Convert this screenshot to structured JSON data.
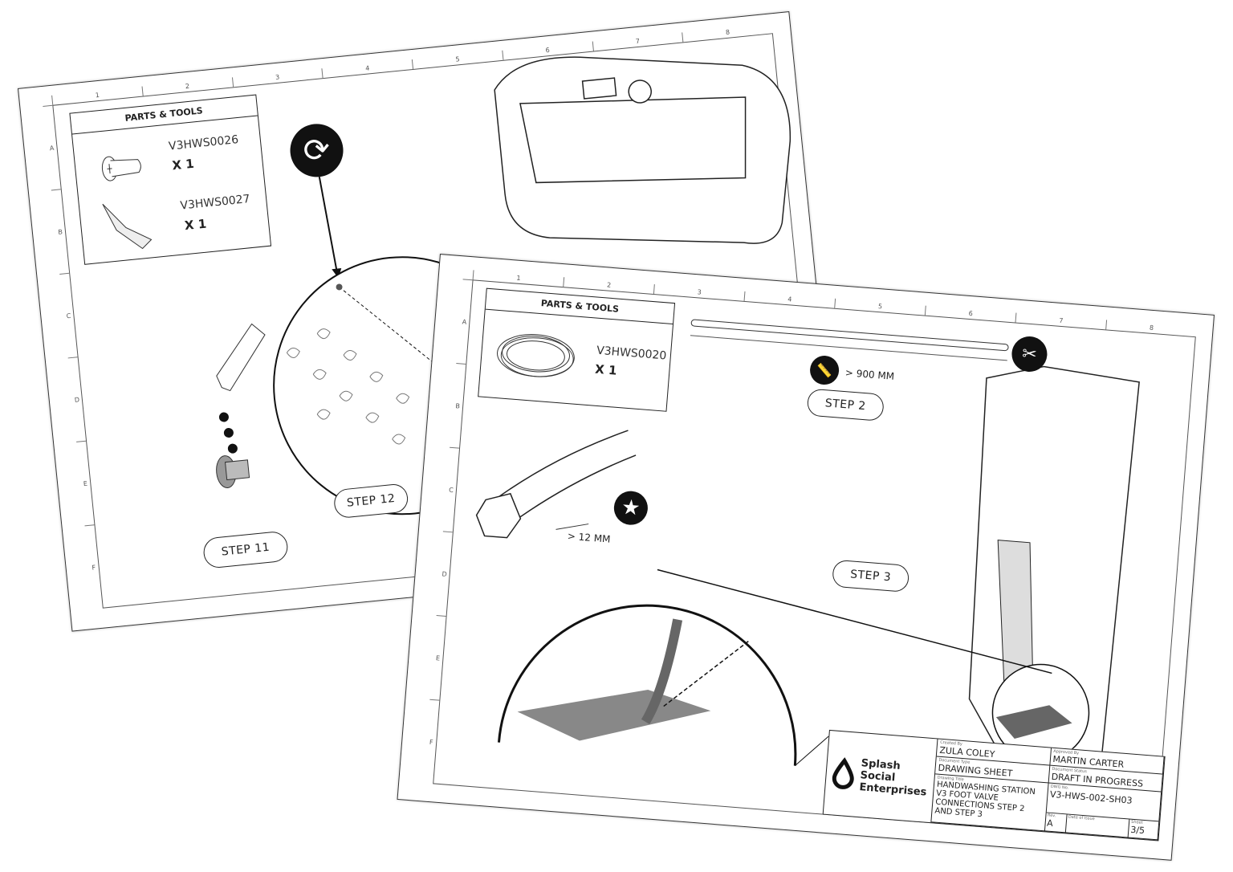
{
  "back_sheet": {
    "col_labels": [
      "1",
      "2",
      "3",
      "4",
      "5",
      "6",
      "7",
      "8"
    ],
    "row_labels": [
      "A",
      "B",
      "C",
      "D",
      "E",
      "F"
    ],
    "parts_title": "PARTS & TOOLS",
    "parts": [
      {
        "code": "V3HWS0026",
        "qty": "X 1",
        "icon": "countersunk-screw-icon"
      },
      {
        "code": "V3HWS0027",
        "qty": "X 1",
        "icon": "threadlocker-tube-icon"
      }
    ],
    "steps": [
      "STEP 11",
      "STEP 12"
    ],
    "rotate_icon": "rotate-arrows-icon"
  },
  "front_sheet": {
    "col_labels": [
      "1",
      "2",
      "3",
      "4",
      "5",
      "6",
      "7",
      "8"
    ],
    "row_labels": [
      "A",
      "B",
      "C",
      "D",
      "E",
      "F"
    ],
    "parts_title": "PARTS & TOOLS",
    "parts": [
      {
        "code": "V3HWS0020",
        "qty": "X 1",
        "icon": "hose-coil-icon"
      }
    ],
    "length_label": "> 900 MM",
    "insert_label": "> 12 MM",
    "steps": [
      "STEP 2",
      "STEP 3"
    ],
    "title_block": {
      "company": [
        "Splash",
        "Social",
        "Enterprises"
      ],
      "created_by_label": "Created By",
      "created_by": "ZULA COLEY",
      "approved_by_label": "Approved By",
      "approved_by": "MARTIN CARTER",
      "doc_type_label": "Document Type",
      "doc_type": "DRAWING SHEET",
      "doc_status_label": "Document Status",
      "doc_status": "DRAFT IN PROGRESS",
      "drawing_title_label": "Drawing Title",
      "drawing_title": "HANDWASHING STATION V3 FOOT VALVE CONNECTIONS STEP 2 AND STEP 3",
      "dwg_no_label": "DWG No.",
      "dwg_no": "V3-HWS-002-SH03",
      "rev_label": "Rev.",
      "rev": "A",
      "date_label": "Date of Issue",
      "date": "",
      "sheet_label": "Sheet",
      "sheet": "3/5"
    }
  }
}
